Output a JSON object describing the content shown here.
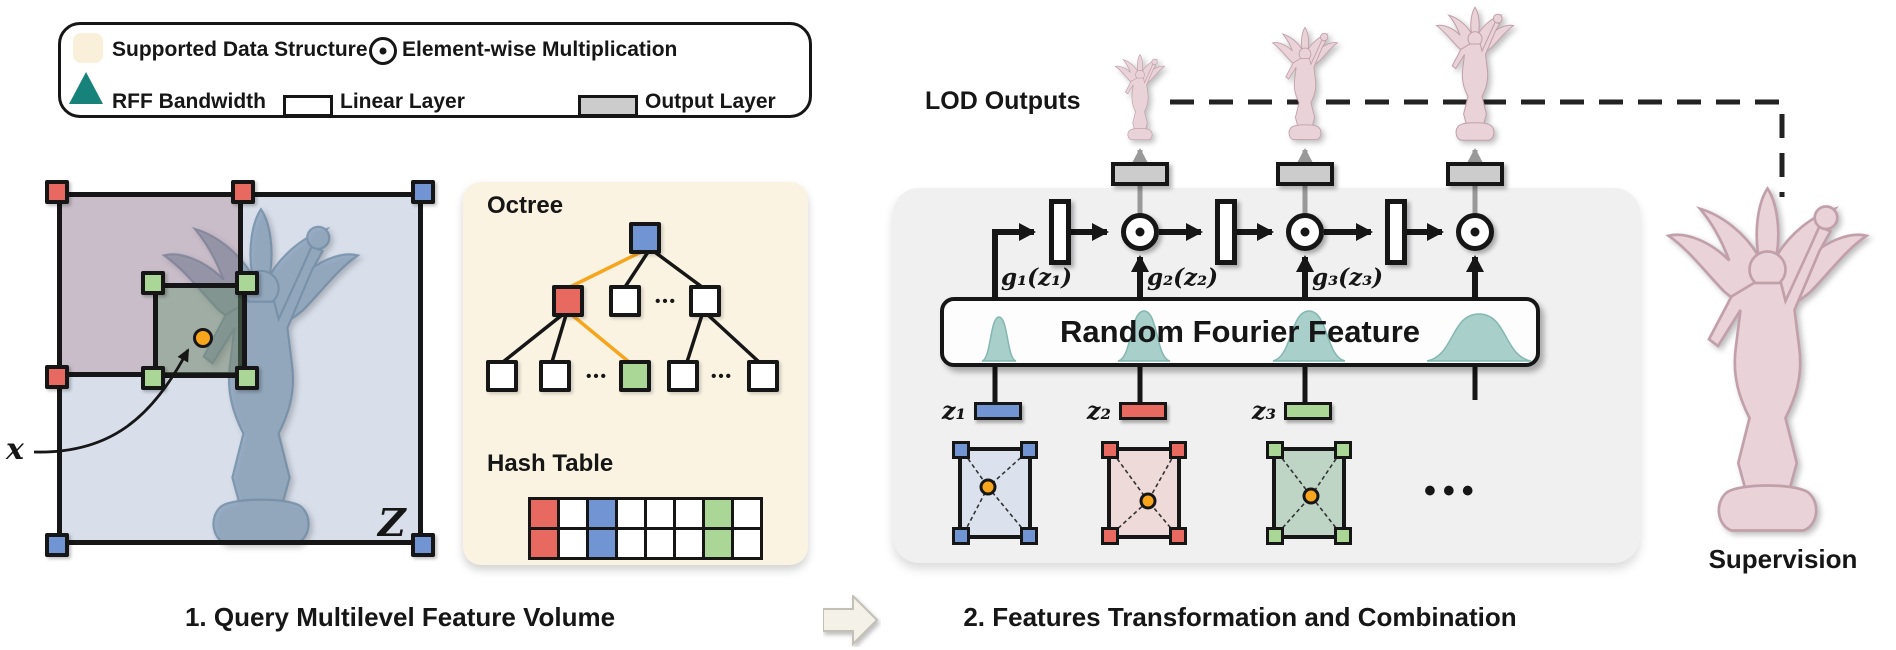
{
  "legend": {
    "supported": "Supported Data Structure",
    "elementwise": "Element-wise Multiplication",
    "rff": "RFF Bandwidth",
    "linear": "Linear Layer",
    "output": "Output Layer"
  },
  "left": {
    "x_label": "x",
    "z_label": "Z",
    "corner_colors": [
      "red",
      "red",
      "red",
      "green",
      "green",
      "green",
      "green",
      "blue",
      "blue",
      "blue"
    ]
  },
  "octree": {
    "title": "Octree",
    "dots": "•••",
    "root": "blue",
    "level2": [
      "red",
      "white",
      "white"
    ],
    "level3": [
      "white",
      "white",
      "green",
      "white",
      "white"
    ]
  },
  "hash": {
    "title": "Hash Table",
    "cells": [
      "red",
      "white",
      "blue",
      "white",
      "white",
      "white",
      "green",
      "white"
    ]
  },
  "captions": {
    "step1": "1. Query Multilevel Feature Volume",
    "step2": "2. Features Transformation and Combination"
  },
  "right": {
    "lod_label": "LOD Outputs",
    "rff_title": "Random Fourier Feature",
    "g_labels": [
      "g₁(z₁)",
      "g₂(z₂)",
      "g₃(z₃)"
    ],
    "z_labels": [
      "z₁",
      "z₂",
      "z₃"
    ],
    "z_colors": [
      "blue",
      "red",
      "green"
    ],
    "square_colors": [
      "blue",
      "red",
      "green"
    ],
    "dots": "•••",
    "supervision": "Supervision"
  },
  "colors": {
    "red": "#e8695f",
    "blue": "#7195d2",
    "green": "#abd796",
    "orange": "#f6a51c",
    "teal": "#17827a",
    "teal_light": "#a9cfcb",
    "cream": "#faf3e2",
    "panel_gray": "#f0f0f1",
    "output_gray": "#cccccc"
  }
}
